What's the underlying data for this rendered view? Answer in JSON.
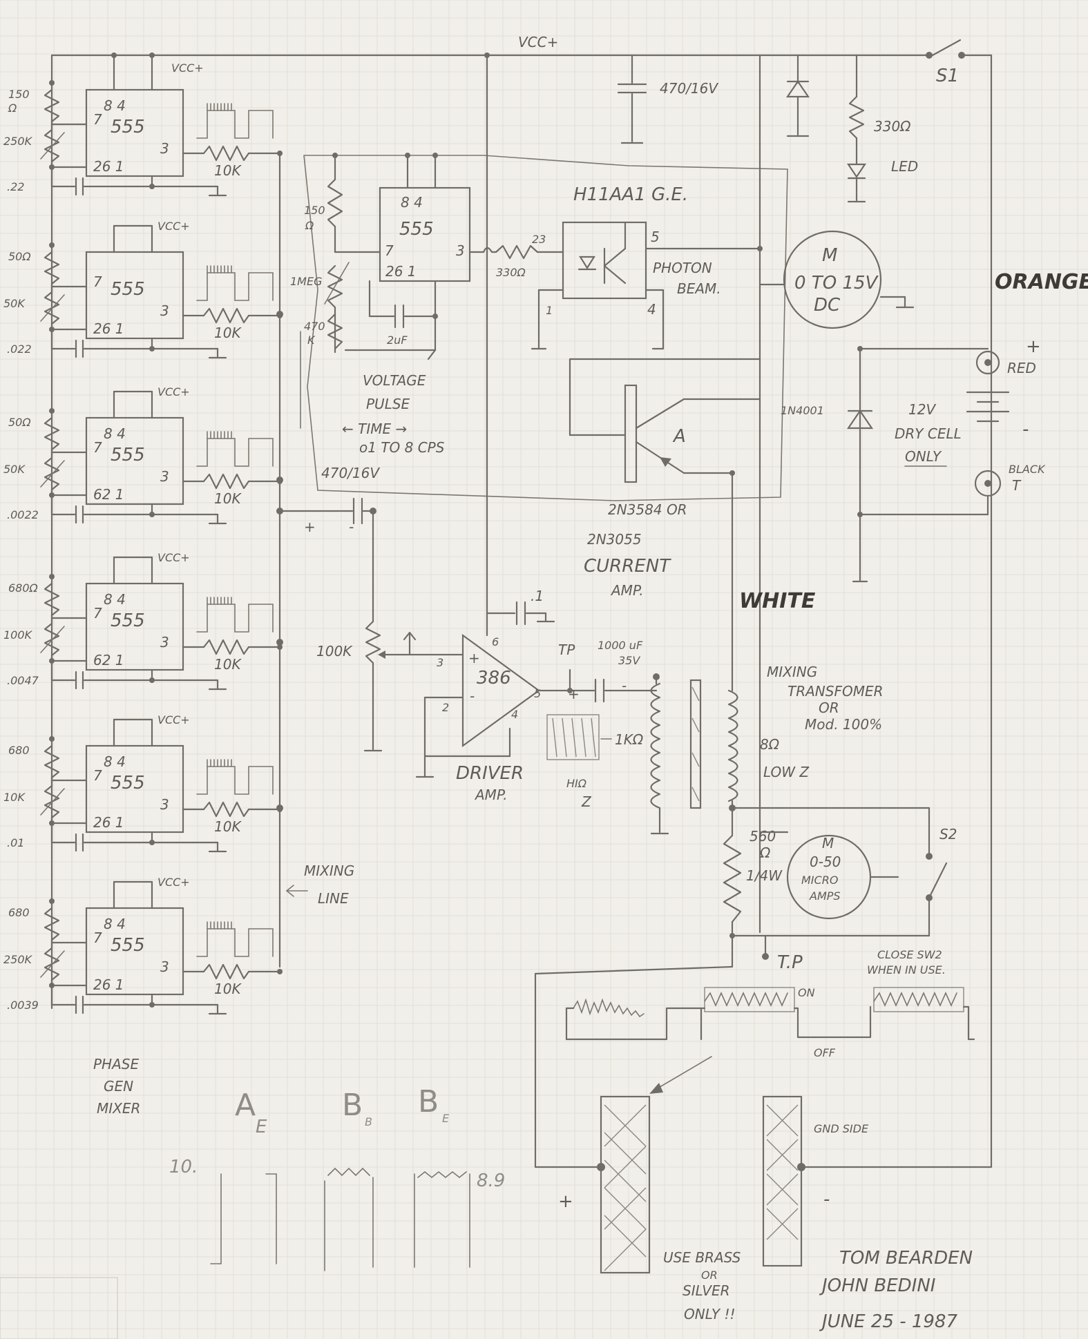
{
  "supply": {
    "vcc_main": "VCC+",
    "vcc_chip": "VCC+",
    "switch1": "S1"
  },
  "phase_gen": {
    "stages": [
      {
        "top_res": "150\nΩ",
        "pot": "250K",
        "cap": ".22",
        "chip": "555",
        "pins_top": "8 4",
        "pin7": "7",
        "pin3": "3",
        "pins_bottom": "26 1",
        "out_res": "10K"
      },
      {
        "top_res": "50Ω",
        "pot": "50K",
        "cap": ".022",
        "chip": "555",
        "pins_top": "",
        "pin7": "7",
        "pin3": "3",
        "pins_bottom": "26 1",
        "out_res": "10K"
      },
      {
        "top_res": "50Ω",
        "pot": "50K",
        "cap": ".0022",
        "chip": "555",
        "pins_top": "8 4",
        "pin7": "7",
        "pin3": "3",
        "pins_bottom": "62 1",
        "out_res": "10K"
      },
      {
        "top_res": "680Ω",
        "pot": "100K",
        "cap": ".0047",
        "chip": "555",
        "pins_top": "8 4",
        "pin7": "7",
        "pin3": "3",
        "pins_bottom": "62 1",
        "out_res": "10K"
      },
      {
        "top_res": "680",
        "pot": "10K",
        "cap": ".01",
        "chip": "555",
        "pins_top": "8 4",
        "pin7": "7",
        "pin3": "3",
        "pins_bottom": "26 1",
        "out_res": "10K"
      },
      {
        "top_res": "680",
        "pot": "250K",
        "cap": ".0039",
        "chip": "555",
        "pins_top": "8 4",
        "pin7": "7",
        "pin3": "3",
        "pins_bottom": "26 1",
        "out_res": "10K"
      }
    ],
    "label": [
      "PHASE",
      "GEN",
      "MIXER"
    ],
    "mixing_line": [
      "MIXING",
      "LINE"
    ]
  },
  "pulse_timer": {
    "chip": "555",
    "pins_top": "8 4",
    "pin7": "7",
    "pin3": "3",
    "pins_bottom": "26 1",
    "res": "150\nΩ",
    "pot": "1MEG",
    "res2": "470\nK",
    "cap": "2uF",
    "coupling_cap": "470/16V",
    "label": [
      "VOLTAGE",
      "PULSE",
      "← TIME →",
      "o1 TO 8 CPS"
    ]
  },
  "opto": {
    "title": "H11AA1 G.E.",
    "series_res": "330Ω",
    "pin_in": "23",
    "pin5": "5",
    "pin1": "1",
    "pin4": "4",
    "beam_label": [
      "PHOTON",
      "BEAM."
    ]
  },
  "supply_parts": {
    "cap": "470/16V",
    "led_res": "330Ω",
    "led": "LED"
  },
  "motor": {
    "m": "M",
    "rating": [
      "0 TO 15V",
      "DC"
    ]
  },
  "transistor": {
    "label": [
      "2N3584 OR",
      "2N3055"
    ],
    "function": [
      "CURRENT",
      "AMP."
    ],
    "marker": "A"
  },
  "battery": {
    "diode": "1N4001",
    "type": [
      "12V",
      "DRY CELL",
      "ONLY"
    ],
    "pos": "+",
    "pos_color": "RED",
    "neg": "-",
    "neg_color": "BLACK",
    "orange": "ORANGE",
    "white": "WHITE"
  },
  "driver": {
    "chip": "386",
    "pin6": "6",
    "pin3": "3",
    "pin2": "2",
    "pin5": "5",
    "pin4": "4",
    "plus": "+",
    "minus": "-",
    "pot": "100K",
    "cap_top": ".1",
    "tp": "TP",
    "out_cap": [
      "1000 uF",
      "35V"
    ],
    "cap_plus": "+",
    "cap_minus": "-",
    "res": "1KΩ",
    "hiz": [
      "HIΩ",
      "Z"
    ],
    "label": [
      "DRIVER",
      "AMP."
    ]
  },
  "transformer": {
    "label": [
      "MIXING",
      "TRANSFOMER",
      "OR",
      "Mod. 100%"
    ],
    "ohm": "8Ω",
    "lowz": "LOW Z"
  },
  "meter": {
    "res": [
      "560",
      "Ω",
      "1/4W"
    ],
    "m": "M",
    "range": [
      "0-50",
      "MICRO",
      "AMPS"
    ],
    "switch": "S2",
    "tp": "T.P",
    "note": [
      "CLOSE SW2",
      "WHEN IN USE."
    ]
  },
  "waveform": {
    "on": "ON",
    "off": "OFF"
  },
  "electrodes": {
    "gnd": "GND SIDE",
    "plus": "+",
    "minus": "-",
    "note": [
      "USE BRASS",
      "OR",
      "SILVER",
      "ONLY !!"
    ]
  },
  "notes_faint": {
    "ae": "A",
    "ae_sub": "E",
    "bb": "B",
    "bb_sub": "B",
    "be": "B",
    "be_sub": "E",
    "v1": "10.",
    "v2": "8.9"
  },
  "signature": [
    "TOM BEARDEN",
    "JOHN BEDINI",
    "JUNE 25 - 1987"
  ],
  "colors": {
    "paper": "#f1efe9",
    "pencil": "#6f6c66",
    "grid": "#e2dfd6",
    "bold_ink": "#3e3b36"
  }
}
